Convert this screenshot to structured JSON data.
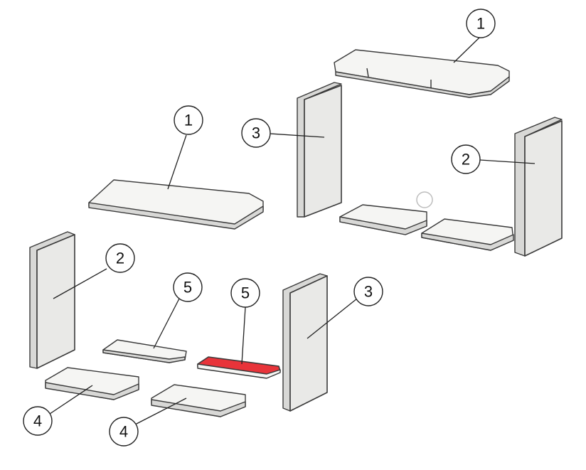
{
  "callouts": {
    "top_right_1": "1",
    "mid_left_1": "1",
    "back_3": "3",
    "right_2": "2",
    "left_2": "2",
    "front_3": "3",
    "left_5": "5",
    "highlight_5": "5",
    "left_4": "4",
    "mid_4": "4"
  },
  "colors": {
    "part_fill": "#e9e9e7",
    "highlight": "#e8343a",
    "outline": "#3a3a3a"
  }
}
